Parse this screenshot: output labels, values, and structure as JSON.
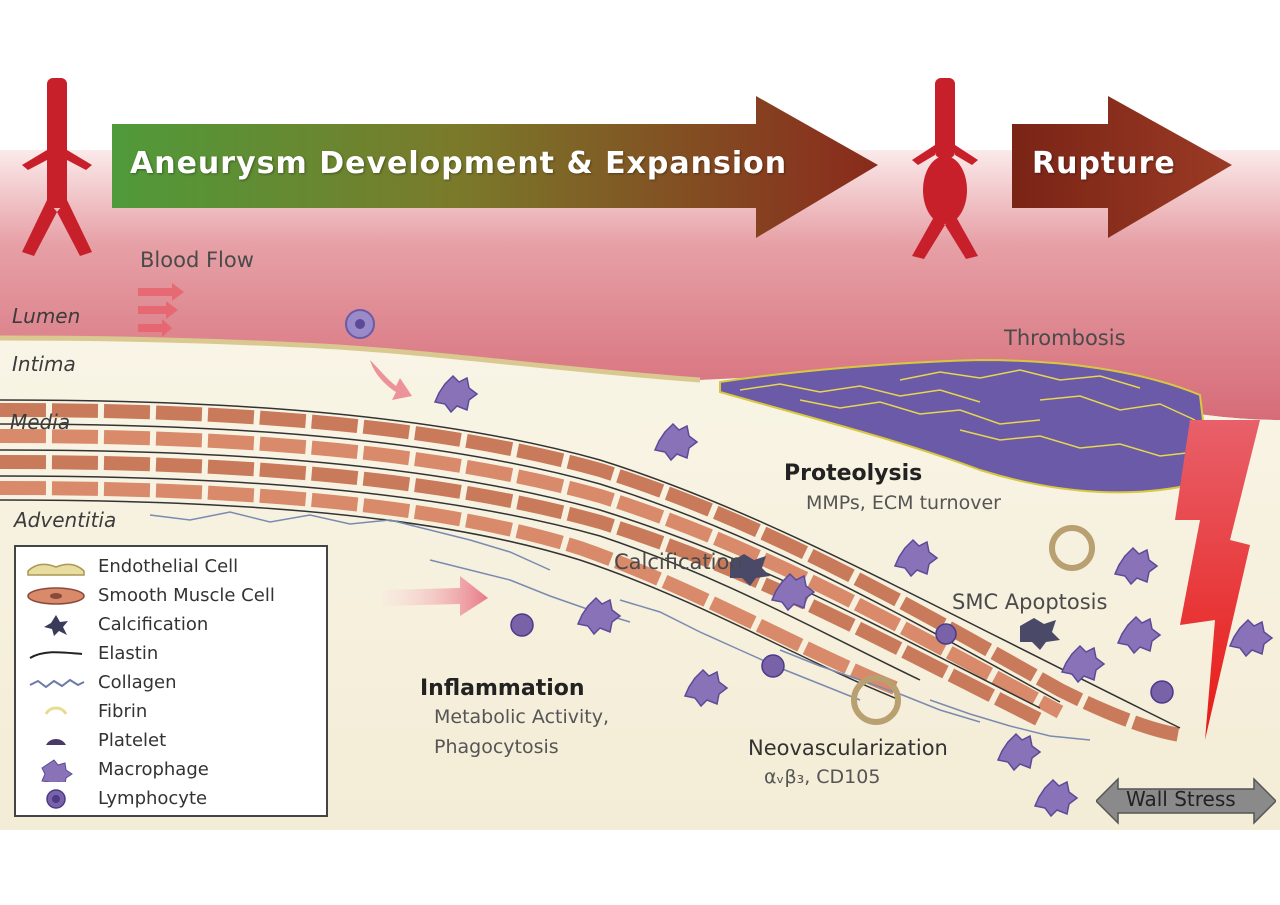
{
  "stages": {
    "development_label": "Aneurysm Development & Expansion",
    "rupture_label": "Rupture"
  },
  "layers": {
    "lumen": "Lumen",
    "intima": "Intima",
    "media": "Media",
    "adventitia": "Adventitia"
  },
  "labels": {
    "blood_flow": "Blood Flow",
    "thrombosis": "Thrombosis",
    "proteolysis": "Proteolysis",
    "proteolysis_detail": "MMPs, ECM turnover",
    "calcification": "Calcification",
    "smc_apoptosis": "SMC Apoptosis",
    "inflammation": "Inflammation",
    "inflammation_detail_1": "Metabolic Activity,",
    "inflammation_detail_2": "Phagocytosis",
    "neovascularization": "Neovascularization",
    "neovascularization_detail": "αᵥβ₃, CD105",
    "wall_stress": "Wall Stress"
  },
  "legend": {
    "items": [
      {
        "label": "Endothelial Cell",
        "icon": "endothelial-cell-icon"
      },
      {
        "label": "Smooth Muscle Cell",
        "icon": "smooth-muscle-cell-icon"
      },
      {
        "label": "Calcification",
        "icon": "calcification-icon"
      },
      {
        "label": "Elastin",
        "icon": "elastin-icon"
      },
      {
        "label": "Collagen",
        "icon": "collagen-icon"
      },
      {
        "label": "Fibrin",
        "icon": "fibrin-icon"
      },
      {
        "label": "Platelet",
        "icon": "platelet-icon"
      },
      {
        "label": "Macrophage",
        "icon": "macrophage-icon"
      },
      {
        "label": "Lymphocyte",
        "icon": "lymphocyte-icon"
      }
    ]
  },
  "colors": {
    "blood": "#d8707c",
    "vessel": "#c8202a",
    "wall": "#f6f1e0",
    "smooth_muscle": "#d88a6a",
    "macrophage": "#8a72b8",
    "arrow_start": "#4f9a3a",
    "arrow_end": "#8a2a1c"
  }
}
